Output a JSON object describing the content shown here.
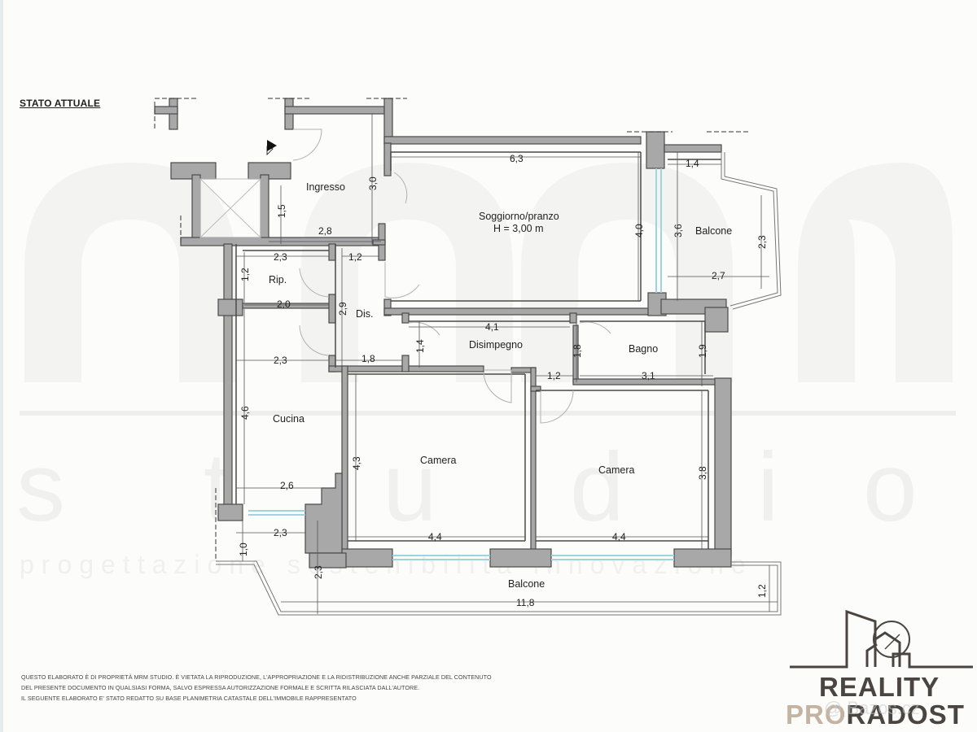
{
  "title": "STATO ATTUALE",
  "watermark": {
    "brand": "mrm",
    "studio_letters": [
      "s",
      "t",
      "u",
      "d",
      "i",
      "o"
    ],
    "tagline": "progettazione sostenibilità innovazione"
  },
  "rooms": [
    {
      "id": "ingresso",
      "label": "Ingresso"
    },
    {
      "id": "soggiorno",
      "label": "Soggiorno/pranzo",
      "sub": "H = 3,00 m"
    },
    {
      "id": "balcone-east",
      "label": "Balcone"
    },
    {
      "id": "ripostiglio",
      "label": "Rip."
    },
    {
      "id": "dis",
      "label": "Dis."
    },
    {
      "id": "disimpegno",
      "label": "Disimpegno"
    },
    {
      "id": "bagno",
      "label": "Bagno"
    },
    {
      "id": "cucina",
      "label": "Cucina"
    },
    {
      "id": "camera-1",
      "label": "Camera"
    },
    {
      "id": "camera-2",
      "label": "Camera"
    },
    {
      "id": "balcone-south",
      "label": "Balcone"
    }
  ],
  "dimensions": {
    "ingresso_h": "3,0",
    "ingresso_v": "1,5",
    "ingresso_w": "2,8",
    "soggiorno_w": "6,3",
    "soggiorno_h": "4,0",
    "balcone_e_top": "1,4",
    "balcone_e_h": "3,6",
    "balcone_e_w": "2,7",
    "balcone_e_side": "2,3",
    "rip_w": "2,3",
    "rip_h": "1,2",
    "rip_w2": "2,0",
    "dis_w": "1,2",
    "dis_h": "2,9",
    "disimpegno_w": "4,1",
    "disimpegno_h": "1,4",
    "dis_bottom": "1,8",
    "cucina_top": "2,3",
    "cucina_h": "4,6",
    "cucina_w": "2,6",
    "bagno_h_left": "1,8",
    "bagno_door": "1,2",
    "bagno_w": "3,1",
    "bagno_h": "1,9",
    "camera1_h": "4,3",
    "camera1_w": "4,4",
    "camera2_h": "3,8",
    "camera2_w": "4,4",
    "loggia_w": "2,3",
    "loggia_h": "1,0",
    "balcone_s_h": "2,3",
    "balcone_s_w": "11,8",
    "balcone_s_depth": "1,2"
  },
  "disclaimer": [
    "QUESTO ELABORATO È DI PROPRIETÀ MRM STUDIO. È VIETATA LA RIPRODUZIONE, L'APPROPRIAZIONE E LA RIDISTRIBUZIONE ANCHE PARZIALE DEL CONTENUTO",
    "DEL PRESENTE DOCUMENTO IN QUALSIASI FORMA, SALVO ESPRESSA AUTORIZZAZIONE FORMALE E SCRITTA RILASCIATA DALL'AUTORE.",
    "IL SEGUENTE ELABORATO E' STATO REDATTO SU BASE PLANIMETRIA CATASTALE DELL'IMMOBILE RAPPRESENTATO"
  ],
  "logo": {
    "line1": "REALITY",
    "line2_a": "PRO",
    "line2_b": "RADOST",
    "overlay": "@ Bazos.cz"
  },
  "colors": {
    "wall": "#a8a8a8",
    "wall_stroke": "#4a4a4a",
    "window": "#9fd4df",
    "logo_dark": "#4a4541",
    "logo_light": "#c5b3a2"
  }
}
